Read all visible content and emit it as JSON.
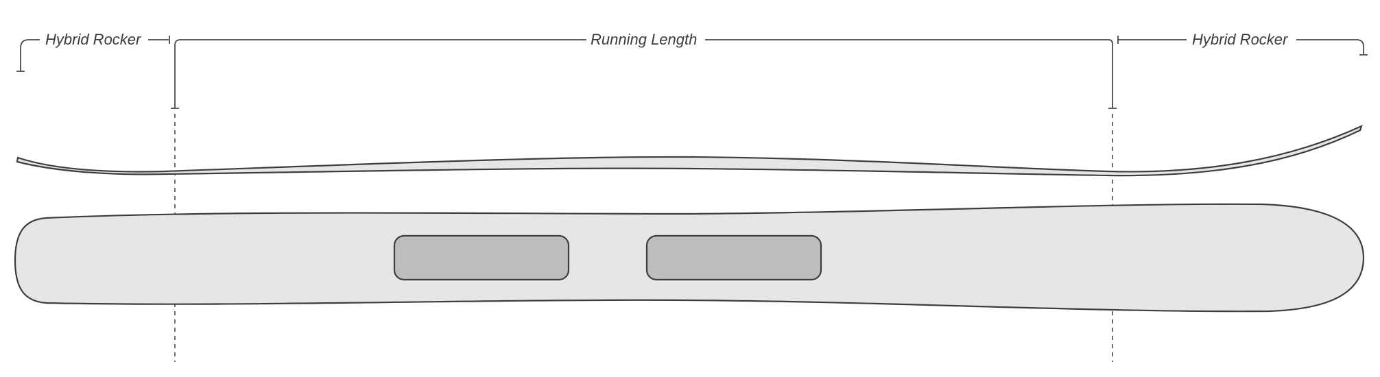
{
  "labels": {
    "left_rocker": "Hybrid Rocker",
    "running_length": "Running Length",
    "right_rocker": "Hybrid Rocker"
  },
  "colors": {
    "stroke": "#3d3d3d",
    "ski_fill": "#e6e6e6",
    "binding_fill": "#bdbdbd",
    "text": "#3a3a3a"
  }
}
